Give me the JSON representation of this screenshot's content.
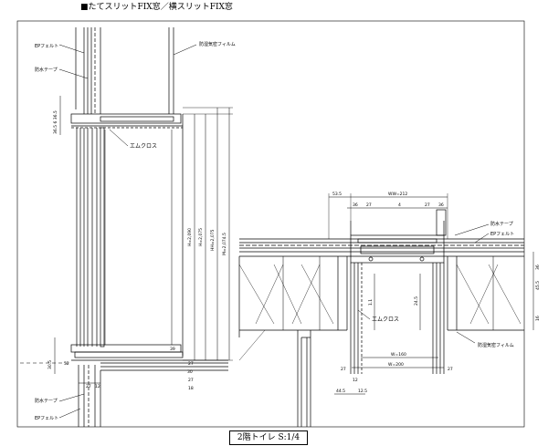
{
  "header": {
    "title": "■たてスリットFIX窓／横スリットFIX窓"
  },
  "caption": "2階トイレ S:1/4",
  "section_drawing": {
    "callouts": {
      "felt_top": "EPフェルト",
      "tape_top": "防水テープ",
      "moisture_film": "防湿気密フィルム",
      "cloth": "エムクロス",
      "tape_bottom": "防水テープ",
      "felt_bottom": "EPフェルト"
    },
    "dims": {
      "top_stack": "36.5 6 36.5",
      "h_opening": "H=2,090",
      "h_frame": "H=2,075",
      "hh": "HH=2,075",
      "overall": "M=2,074.5",
      "b1": "30.5",
      "b2": "52",
      "b3": "39",
      "b4": "27",
      "b5": "30",
      "b6": "27",
      "b7": "12",
      "b8": "27",
      "b9": "18"
    }
  },
  "plan_drawing": {
    "callouts": {
      "tape": "防水テープ",
      "felt": "EPフェルト",
      "cloth": "エムクロス",
      "film": "防湿気密フィルム"
    },
    "dims": {
      "left_top": "53.5",
      "ww": "WW=212",
      "c1": "36",
      "c2": "27",
      "c3": "4",
      "c4": "27",
      "c5": "36",
      "r1": "45.5",
      "r2": "16",
      "r3": "36",
      "mid_left": "1.1",
      "mid_right": "24.5",
      "w_inner": "W=160",
      "w_outer": "W=200",
      "n27a": "27",
      "n27b": "27",
      "bot_a": "44.5",
      "bot_b": "12.5",
      "n12": "12"
    }
  }
}
